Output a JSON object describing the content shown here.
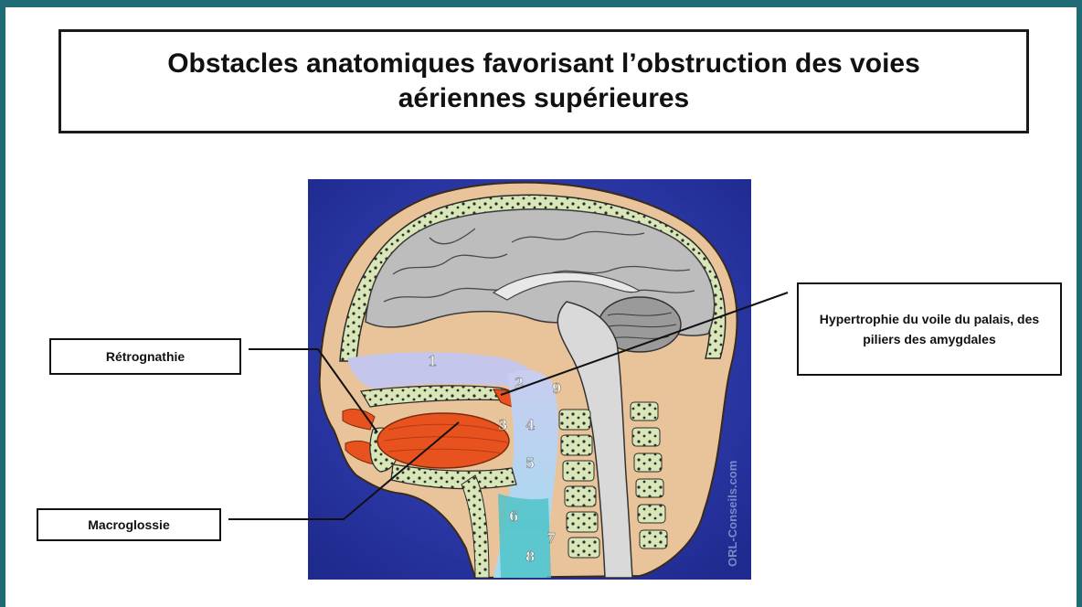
{
  "title": {
    "line1": "Obstacles anatomiques favorisant l’obstruction des voies",
    "line2": "aériennes supérieures"
  },
  "labels": {
    "retrognathie": "Rétrognathie",
    "macroglossie": "Macroglossie",
    "hypertrophie": "Hypertrophie du voile du palais, des piliers des amygdales"
  },
  "figure": {
    "numbers": [
      "1",
      "2",
      "3",
      "4",
      "5",
      "6",
      "7",
      "8",
      "9"
    ],
    "watermark": "ORL-Conseils.com"
  },
  "colors": {
    "frame": "#1e6b73",
    "background_blue": "#2f3bb0",
    "tongue": "#e8521e",
    "brain": "#bdbdbd"
  }
}
